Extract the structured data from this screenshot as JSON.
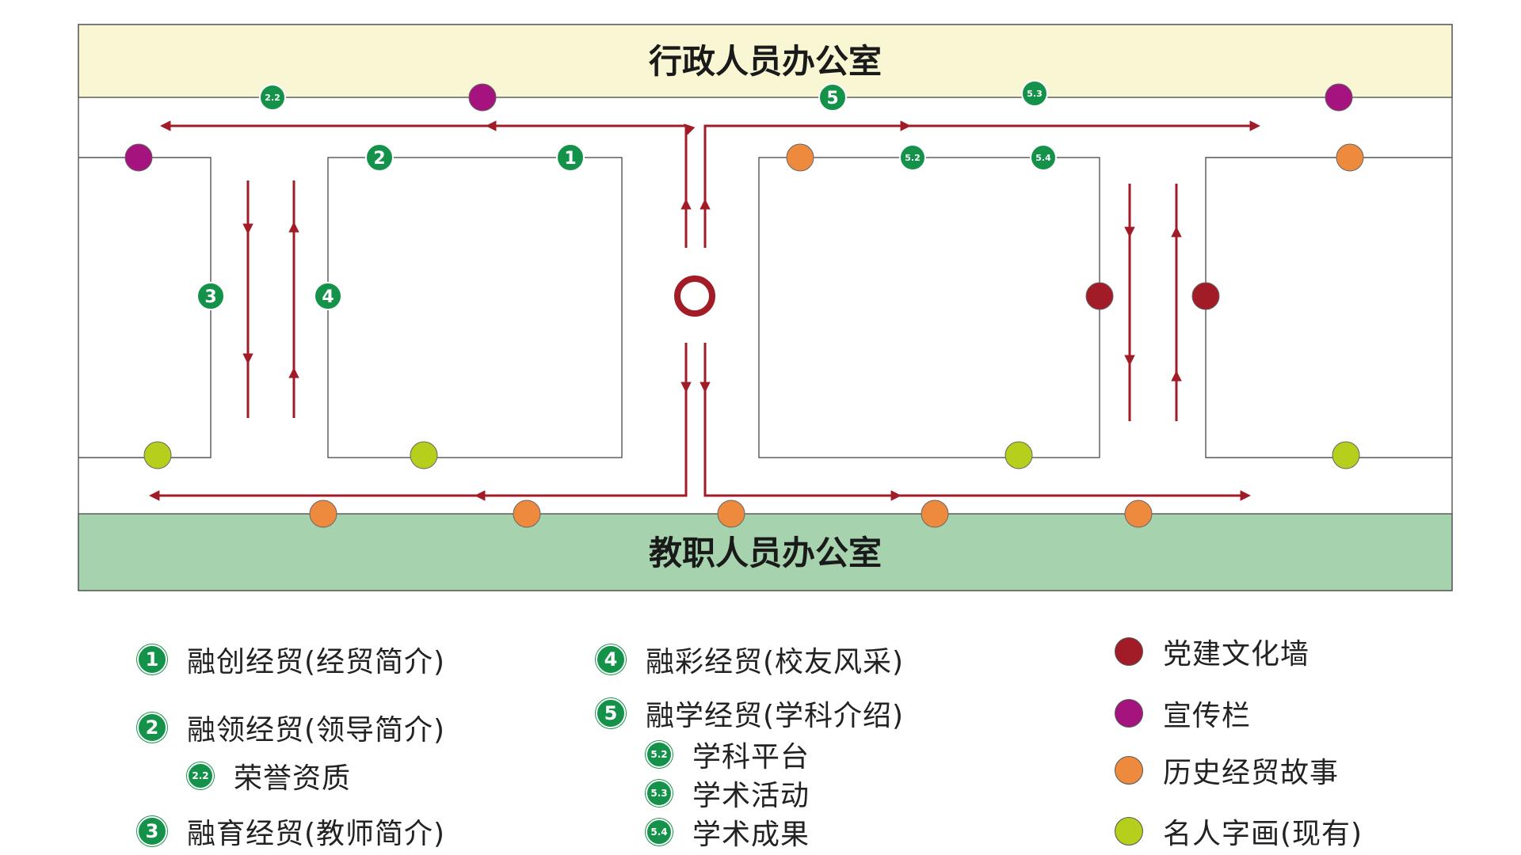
{
  "rooms": {
    "admin_office": "行政人员办公室",
    "staff_office": "教职人员办公室"
  },
  "map_markers": {
    "m1": "1",
    "m2": "2",
    "m22": "2.2",
    "m3": "3",
    "m4": "4",
    "m5": "5",
    "m52": "5.2",
    "m53": "5.3",
    "m54": "5.4"
  },
  "legend": {
    "items": [
      {
        "marker": "1",
        "text": "融创经贸(经贸简介)"
      },
      {
        "marker": "2",
        "text": "融领经贸(领导简介)"
      },
      {
        "marker": "2.2",
        "text": "荣誉资质"
      },
      {
        "marker": "3",
        "text": "融育经贸(教师简介)"
      },
      {
        "marker": "4",
        "text": "融彩经贸(校友风采)"
      },
      {
        "marker": "5",
        "text": "融学经贸(学科介绍)"
      },
      {
        "marker": "5.2",
        "text": "学科平台"
      },
      {
        "marker": "5.3",
        "text": "学术活动"
      },
      {
        "marker": "5.4",
        "text": "学术成果"
      }
    ],
    "categories": [
      {
        "text": "党建文化墙",
        "color": "#a11c26"
      },
      {
        "text": "宣传栏",
        "color": "#a5137f"
      },
      {
        "text": "历史经贸故事",
        "color": "#ee8a3e"
      },
      {
        "text": "名人字画(现有)",
        "color": "#b6cf1c"
      }
    ]
  },
  "colors": {
    "route": "#a11c26",
    "marker_green": "#14924a",
    "admin_fill": "#f8f6d3",
    "staff_fill": "#a6d3ad"
  }
}
